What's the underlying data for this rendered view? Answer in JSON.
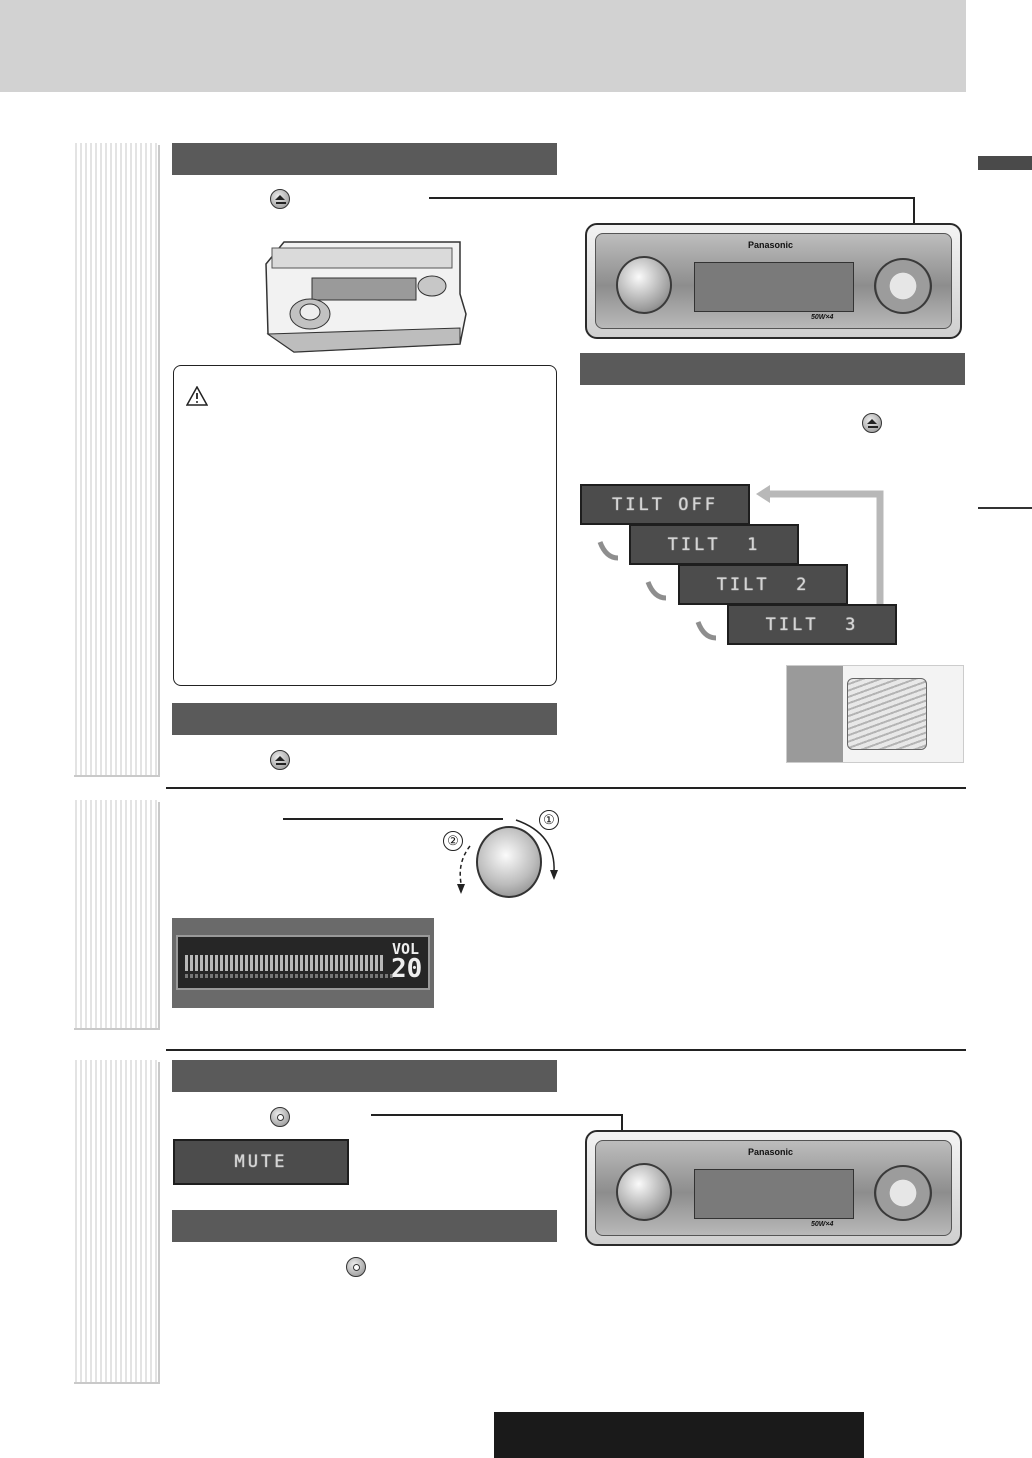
{
  "tilt": {
    "step0": "TILT OFF",
    "step1": "TILT  1",
    "step2": "TILT  2",
    "step3": "TILT  3"
  },
  "volume": {
    "label": "VOL",
    "level": "20",
    "step1": "①",
    "step2": "②"
  },
  "mute": {
    "display": "MUTE"
  },
  "stereo": {
    "brand": "Panasonic",
    "watt_label": "50W×4"
  },
  "icons": {
    "open_button": "eject-icon",
    "mute_button": "mute-icon",
    "warning": "warning-icon"
  }
}
